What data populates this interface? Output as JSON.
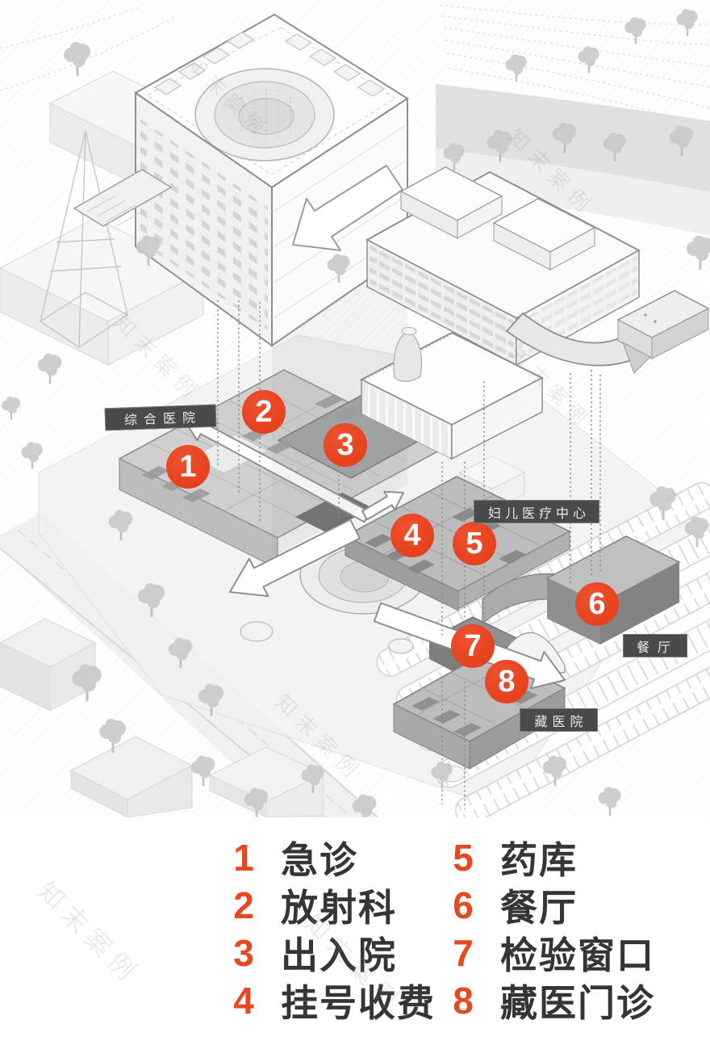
{
  "diagram": {
    "watermark": "知末案例",
    "markers": [
      "1",
      "2",
      "3",
      "4",
      "5",
      "6",
      "7",
      "8"
    ],
    "building_labels": [
      {
        "label": "综合医院"
      },
      {
        "label": "妇儿医疗中心"
      },
      {
        "label": "餐厅"
      },
      {
        "label": "藏医院"
      }
    ]
  },
  "legend": {
    "items": [
      {
        "num": "1",
        "label": "急诊"
      },
      {
        "num": "2",
        "label": "放射科"
      },
      {
        "num": "3",
        "label": "出入院"
      },
      {
        "num": "4",
        "label": "挂号收费"
      },
      {
        "num": "5",
        "label": "药库"
      },
      {
        "num": "6",
        "label": "餐厅"
      },
      {
        "num": "7",
        "label": "检验窗口"
      },
      {
        "num": "8",
        "label": "藏医门诊"
      }
    ]
  },
  "colors": {
    "marker_red": "#e5411c",
    "legend_number_red": "#e8481f",
    "legend_text": "#353535",
    "badge_background": "#4a4a4a",
    "badge_text": "#e9e9e9"
  }
}
